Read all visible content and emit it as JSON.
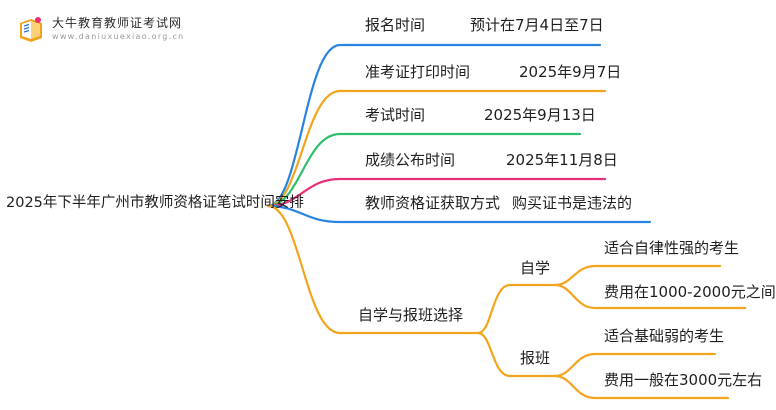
{
  "logo": {
    "title": "大牛教育教师证考试网",
    "url": "www.daniuxuexiao.org.cn",
    "icon": "book-icon",
    "colors": {
      "book": "#f0a21a",
      "page": "#ffffff",
      "accent": "#2b6fd6"
    }
  },
  "mindmap": {
    "root": "2025年下半年广州市教师资格证笔试时间安排",
    "branches": [
      {
        "label": "报名时间",
        "value": "预计在7月4日至7日",
        "color": "#2a83e0"
      },
      {
        "label": "准考证打印时间",
        "value": "2025年9月7日",
        "color": "#f2a51c"
      },
      {
        "label": "考试时间",
        "value": "2025年9月13日",
        "color": "#2fbe6d"
      },
      {
        "label": "成绩公布时间",
        "value": "2025年11月8日",
        "color": "#e8317a"
      },
      {
        "label": "教师资格证获取方式",
        "value": "购买证书是违法的",
        "color": "#2a83e0"
      },
      {
        "label": "自学与报班选择",
        "color": "#f2a51c",
        "children": [
          {
            "label": "自学",
            "items": [
              "适合自律性强的考生",
              "费用在1000-2000元之间"
            ]
          },
          {
            "label": "报班",
            "items": [
              "适合基础弱的考生",
              "费用一般在3000元左右"
            ]
          }
        ]
      }
    ]
  }
}
